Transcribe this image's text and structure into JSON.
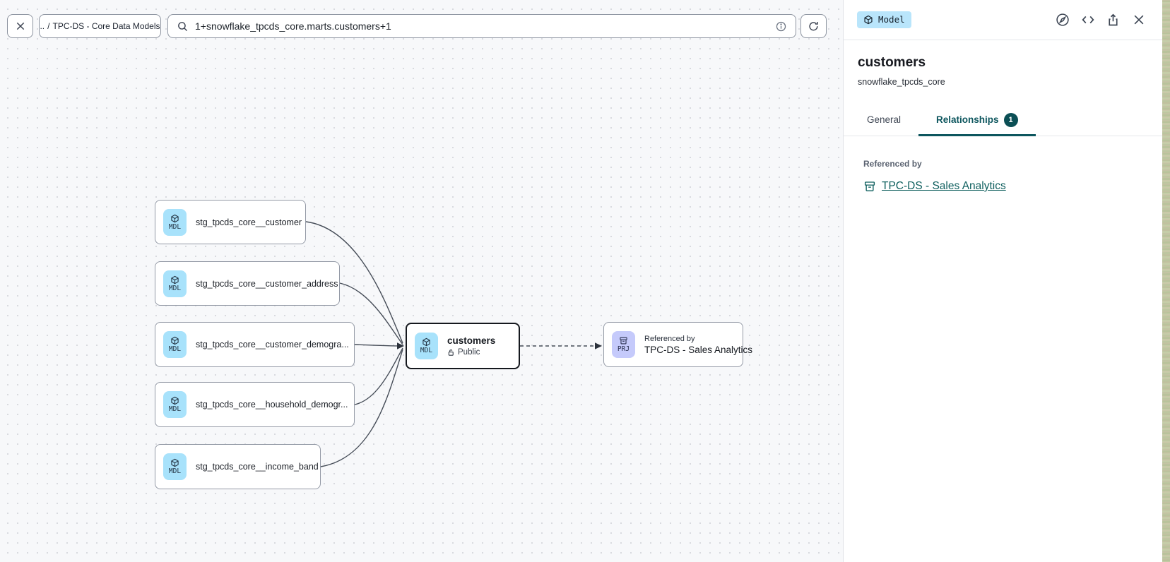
{
  "topbar": {
    "breadcrumb": {
      "up": "..",
      "separator": "/",
      "project": "TPC-DS - Core Data Models"
    },
    "search": {
      "value": "1+snowflake_tpcds_core.marts.customers+1"
    }
  },
  "canvas": {
    "sources": [
      {
        "badge": "MDL",
        "label": "stg_tpcds_core__customer"
      },
      {
        "badge": "MDL",
        "label": "stg_tpcds_core__customer_address"
      },
      {
        "badge": "MDL",
        "label": "stg_tpcds_core__customer_demogra..."
      },
      {
        "badge": "MDL",
        "label": "stg_tpcds_core__household_demogr..."
      },
      {
        "badge": "MDL",
        "label": "stg_tpcds_core__income_band"
      }
    ],
    "selected": {
      "badge": "MDL",
      "label": "customers",
      "visibility": "Public"
    },
    "referenced": {
      "badge": "PRJ",
      "kicker": "Referenced by",
      "label": "TPC-DS - Sales Analytics"
    }
  },
  "panel": {
    "type_badge": "Model",
    "title": "customers",
    "subtitle": "snowflake_tpcds_core",
    "tabs": [
      {
        "label": "General"
      },
      {
        "label": "Relationships",
        "badge": "1"
      }
    ],
    "referenced_by": {
      "heading": "Referenced by",
      "link": "TPC-DS - Sales Analytics"
    }
  },
  "icons": {
    "topbar": [
      "close-icon",
      "search-icon",
      "info-icon",
      "refresh-icon"
    ],
    "panel": [
      "cube-icon",
      "compass-icon",
      "code-icon",
      "share-icon",
      "close-icon",
      "project-icon"
    ],
    "nodes": [
      "cube-icon",
      "project-icon",
      "lock-open-icon"
    ]
  },
  "colors": {
    "accent_teal": "#0d565e",
    "tab_badge_bg": "#0b4f55",
    "model_badge_bg": "#b9e5fb",
    "mdl_icon_bg": "#a8e2fb",
    "prj_icon_bg": "#c5cafb",
    "canvas_bg": "#f7f8fa",
    "node_border": "#949aa6",
    "selected_node_border": "#15181e",
    "edge": "#464d58"
  }
}
